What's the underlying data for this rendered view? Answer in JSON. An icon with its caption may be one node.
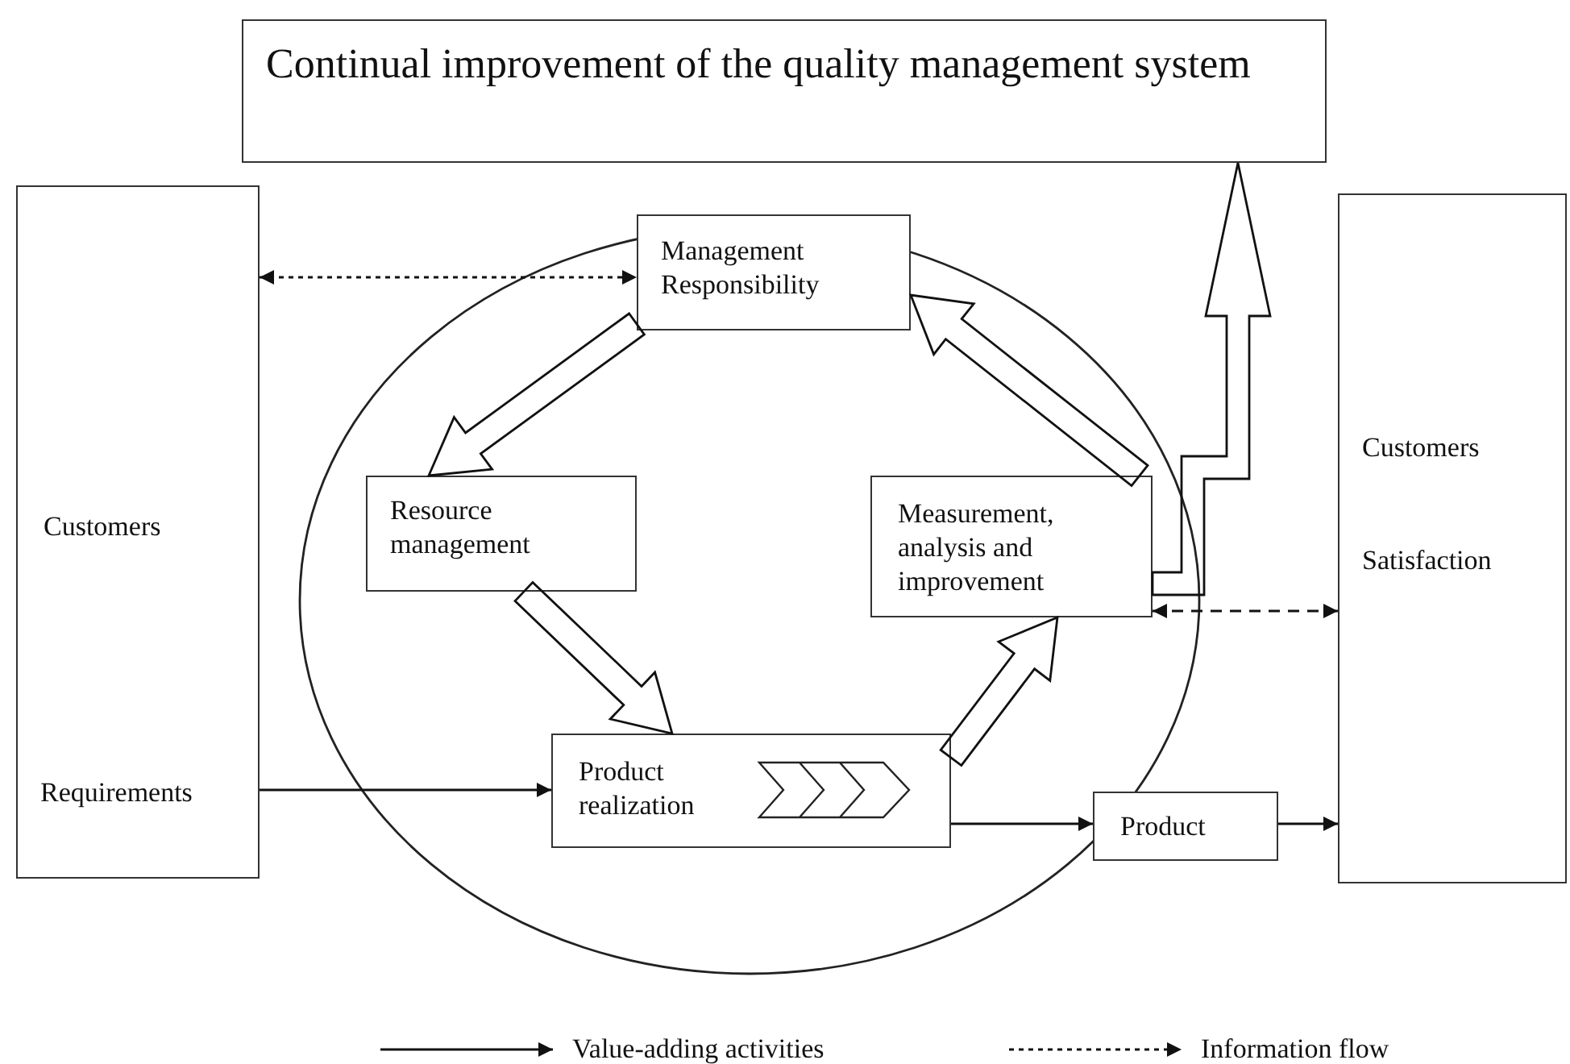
{
  "diagram": {
    "nodes": [
      {
        "text": [
          "Continual improvement of the quality management system"
        ]
      },
      {
        "text": [
          "Customers",
          "Requirements"
        ]
      },
      {
        "text": [],
        "shape": "ellipse"
      },
      {
        "text": [
          "Management Responsibility"
        ]
      },
      {
        "text": [
          "Resource management"
        ],
        "in": 2
      },
      {
        "text": [
          "Measurement, analysis and improvement"
        ],
        "in": 2
      },
      {
        "text": [
          "Product realization"
        ],
        "in": 2
      },
      {
        "text": [
          "Product"
        ]
      },
      {
        "text": [
          "Customers",
          "Satisfaction"
        ]
      }
    ],
    "edges": [
      {
        "from": 1,
        "to": 3,
        "arrow": "both",
        "style": "dashed"
      },
      {
        "from": 3,
        "to": 4,
        "arrow": "to",
        "style": "thick"
      },
      {
        "from": 4,
        "to": 6,
        "arrow": "to",
        "style": "thick"
      },
      {
        "from": 6,
        "to": 5,
        "arrow": "to",
        "style": "thick"
      },
      {
        "from": 5,
        "to": 3,
        "arrow": "to",
        "style": "thick"
      },
      {
        "from": 5,
        "to": 0,
        "arrow": "to",
        "style": "thick"
      },
      {
        "from": 5,
        "to": 8,
        "arrow": "both",
        "style": "dashed"
      },
      {
        "from": 1,
        "to": 6,
        "arrow": "to"
      },
      {
        "from": 6,
        "to": 7,
        "arrow": "to"
      },
      {
        "from": 7,
        "to": 8,
        "arrow": "to"
      }
    ],
    "legend": [
      {
        "text": "Value-adding activities"
      },
      {
        "text": "Information flow"
      }
    ]
  }
}
